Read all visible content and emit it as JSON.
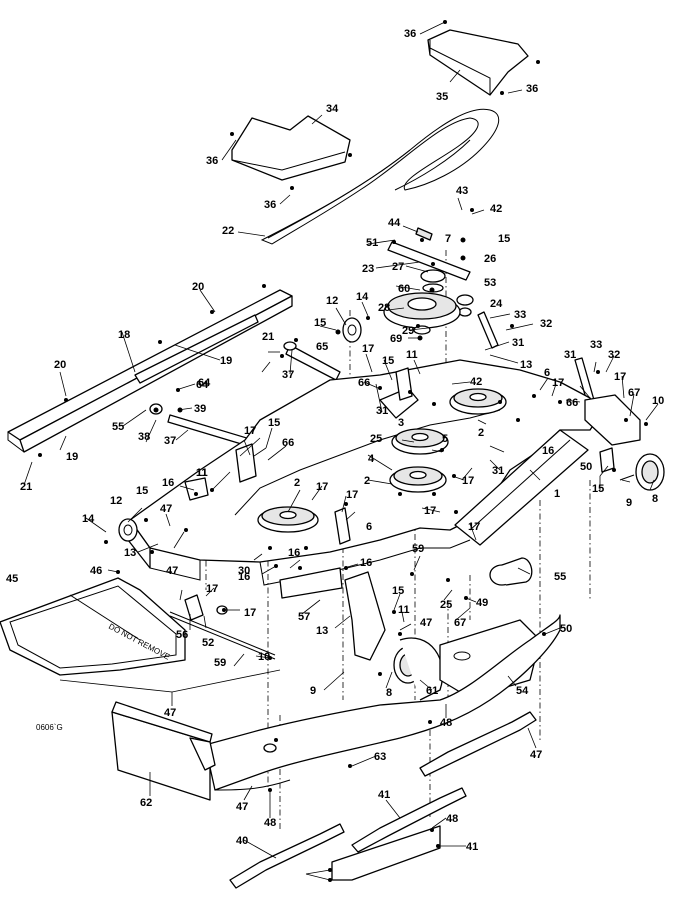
{
  "diagram": {
    "drawing_code": "0606`G",
    "callouts": [
      {
        "id": "c36a",
        "num": "36"
      },
      {
        "id": "c35",
        "num": "35"
      },
      {
        "id": "c36b",
        "num": "36"
      },
      {
        "id": "c34",
        "num": "34"
      },
      {
        "id": "c36c",
        "num": "36"
      },
      {
        "id": "c36d",
        "num": "36"
      },
      {
        "id": "c22",
        "num": "22"
      },
      {
        "id": "c43",
        "num": "43"
      },
      {
        "id": "c42a",
        "num": "42"
      },
      {
        "id": "c44",
        "num": "44"
      },
      {
        "id": "c51",
        "num": "51"
      },
      {
        "id": "c7",
        "num": "7"
      },
      {
        "id": "c15a",
        "num": "15"
      },
      {
        "id": "c26",
        "num": "26"
      },
      {
        "id": "c23",
        "num": "23"
      },
      {
        "id": "c27",
        "num": "27"
      },
      {
        "id": "c53",
        "num": "53"
      },
      {
        "id": "c60",
        "num": "60"
      },
      {
        "id": "c24",
        "num": "24"
      },
      {
        "id": "c28",
        "num": "28"
      },
      {
        "id": "c33a",
        "num": "33"
      },
      {
        "id": "c32a",
        "num": "32"
      },
      {
        "id": "c29",
        "num": "29"
      },
      {
        "id": "c69",
        "num": "69"
      },
      {
        "id": "c31a",
        "num": "31"
      },
      {
        "id": "c13a",
        "num": "13"
      },
      {
        "id": "c20a",
        "num": "20"
      },
      {
        "id": "c12a",
        "num": "12"
      },
      {
        "id": "c14a",
        "num": "14"
      },
      {
        "id": "c21a",
        "num": "21"
      },
      {
        "id": "c15b",
        "num": "15"
      },
      {
        "id": "c65",
        "num": "65"
      },
      {
        "id": "c18",
        "num": "18"
      },
      {
        "id": "c19a",
        "num": "19"
      },
      {
        "id": "c64a",
        "num": "64"
      },
      {
        "id": "c37a",
        "num": "37"
      },
      {
        "id": "c17a",
        "num": "17"
      },
      {
        "id": "c15c",
        "num": "15"
      },
      {
        "id": "c11a",
        "num": "11"
      },
      {
        "id": "c66a",
        "num": "66"
      },
      {
        "id": "c42b",
        "num": "42"
      },
      {
        "id": "c31b",
        "num": "31"
      },
      {
        "id": "c6a",
        "num": "6"
      },
      {
        "id": "c17b",
        "num": "17"
      },
      {
        "id": "c66b",
        "num": "66"
      },
      {
        "id": "c31c",
        "num": "31"
      },
      {
        "id": "c33b",
        "num": "33"
      },
      {
        "id": "c32b",
        "num": "32"
      },
      {
        "id": "c17c",
        "num": "17"
      },
      {
        "id": "c67a",
        "num": "67"
      },
      {
        "id": "c10a",
        "num": "10"
      },
      {
        "id": "c20b",
        "num": "20"
      },
      {
        "id": "c64b",
        "num": "64"
      },
      {
        "id": "c39",
        "num": "39"
      },
      {
        "id": "c55a",
        "num": "55"
      },
      {
        "id": "c38",
        "num": "38"
      },
      {
        "id": "c37b",
        "num": "37"
      },
      {
        "id": "c3",
        "num": "3"
      },
      {
        "id": "c25a",
        "num": "25"
      },
      {
        "id": "c5",
        "num": "5"
      },
      {
        "id": "c2a",
        "num": "2"
      },
      {
        "id": "c4",
        "num": "4"
      },
      {
        "id": "c2b",
        "num": "2"
      },
      {
        "id": "c17d",
        "num": "17"
      },
      {
        "id": "c15d",
        "num": "15"
      },
      {
        "id": "c66c",
        "num": "66"
      },
      {
        "id": "c11b",
        "num": "11"
      },
      {
        "id": "c31d",
        "num": "31"
      },
      {
        "id": "c16a",
        "num": "16"
      },
      {
        "id": "c50a",
        "num": "50"
      },
      {
        "id": "c15e",
        "num": "15"
      },
      {
        "id": "c8a",
        "num": "8"
      },
      {
        "id": "c9a",
        "num": "9"
      },
      {
        "id": "c19b",
        "num": "19"
      },
      {
        "id": "c21b",
        "num": "21"
      },
      {
        "id": "c16b",
        "num": "16"
      },
      {
        "id": "c11c",
        "num": "11"
      },
      {
        "id": "c2c",
        "num": "2"
      },
      {
        "id": "c17e",
        "num": "17"
      },
      {
        "id": "c17f",
        "num": "17"
      },
      {
        "id": "c1",
        "num": "1"
      },
      {
        "id": "c12b",
        "num": "12"
      },
      {
        "id": "c15f",
        "num": "15"
      },
      {
        "id": "c17g",
        "num": "17"
      },
      {
        "id": "c6b",
        "num": "6"
      },
      {
        "id": "c17h",
        "num": "17"
      },
      {
        "id": "c14b",
        "num": "14"
      },
      {
        "id": "c47a",
        "num": "47"
      },
      {
        "id": "c47b",
        "num": "47"
      },
      {
        "id": "c13b",
        "num": "13"
      },
      {
        "id": "c17i",
        "num": "17"
      },
      {
        "id": "c16c",
        "num": "16"
      },
      {
        "id": "c16d",
        "num": "16"
      },
      {
        "id": "c59",
        "num": "59"
      },
      {
        "id": "c46",
        "num": "46"
      },
      {
        "id": "c17j",
        "num": "17"
      },
      {
        "id": "c16e",
        "num": "16"
      },
      {
        "id": "c30",
        "num": "30"
      },
      {
        "id": "c55b",
        "num": "55"
      },
      {
        "id": "c45",
        "num": "45"
      },
      {
        "id": "c57",
        "num": "57"
      },
      {
        "id": "c56",
        "num": "56"
      },
      {
        "id": "c52",
        "num": "52"
      },
      {
        "id": "c17k",
        "num": "17"
      },
      {
        "id": "c15g",
        "num": "15"
      },
      {
        "id": "c11d",
        "num": "11"
      },
      {
        "id": "c25b",
        "num": "25"
      },
      {
        "id": "c49",
        "num": "49"
      },
      {
        "id": "c13c",
        "num": "13"
      },
      {
        "id": "c67b",
        "num": "67"
      },
      {
        "id": "c47c",
        "num": "47"
      },
      {
        "id": "c50b",
        "num": "50"
      },
      {
        "id": "c59b",
        "num": "59"
      },
      {
        "id": "c10b",
        "num": "10"
      },
      {
        "id": "c9b",
        "num": "9"
      },
      {
        "id": "c8b",
        "num": "8"
      },
      {
        "id": "c61",
        "num": "61"
      },
      {
        "id": "c54",
        "num": "54"
      },
      {
        "id": "c47d",
        "num": "47"
      },
      {
        "id": "c48a",
        "num": "48"
      },
      {
        "id": "c47e",
        "num": "47"
      },
      {
        "id": "c63",
        "num": "63"
      },
      {
        "id": "c62",
        "num": "62"
      },
      {
        "id": "c47f",
        "num": "47"
      },
      {
        "id": "c48b",
        "num": "48"
      },
      {
        "id": "c41a",
        "num": "41"
      },
      {
        "id": "c48c",
        "num": "48"
      },
      {
        "id": "c40",
        "num": "40"
      },
      {
        "id": "c41b",
        "num": "41"
      }
    ]
  }
}
